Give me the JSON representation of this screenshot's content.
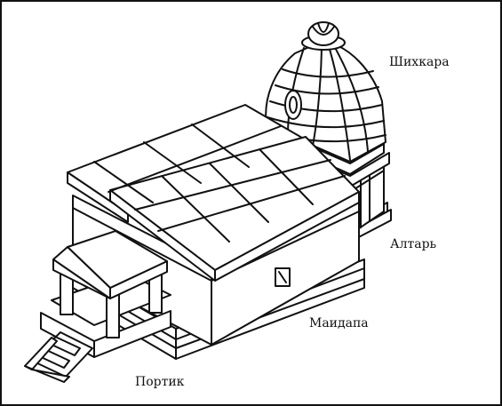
{
  "labels": {
    "shikhara": "Шихкара",
    "altar": "Алтарь",
    "mandapa": "Маидапа",
    "portico": "Портик"
  },
  "colors": {
    "ink": "#111111",
    "paper": "#ffffff"
  }
}
